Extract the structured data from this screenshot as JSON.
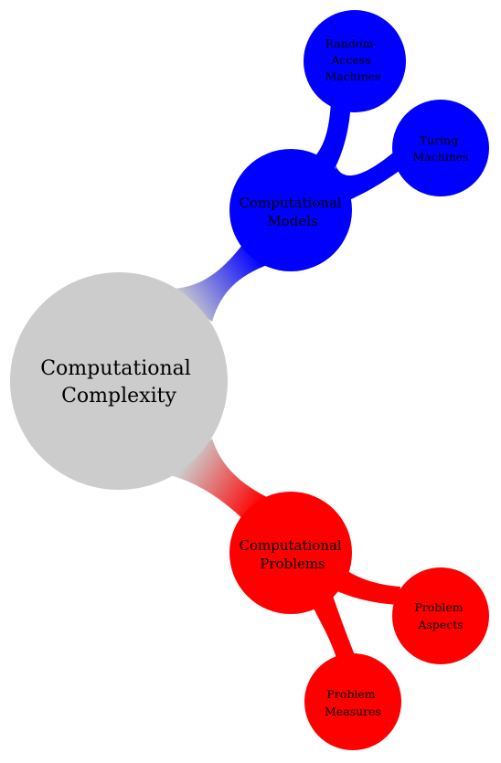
{
  "root": {
    "label_lines": [
      "Computational",
      "Complexity"
    ],
    "color": "#cccccc"
  },
  "branches": [
    {
      "label_lines": [
        "Computational",
        "Models"
      ],
      "color": "#0000ff",
      "children": [
        {
          "label_lines": [
            "Random-",
            "Access",
            "Machines"
          ]
        },
        {
          "label_lines": [
            "Turing",
            "Machines"
          ]
        }
      ]
    },
    {
      "label_lines": [
        "Computational",
        "Problems"
      ],
      "color": "#ff0000",
      "children": [
        {
          "label_lines": [
            "Problem",
            "Aspects"
          ]
        },
        {
          "label_lines": [
            "Problem",
            "Measures"
          ]
        }
      ]
    }
  ]
}
